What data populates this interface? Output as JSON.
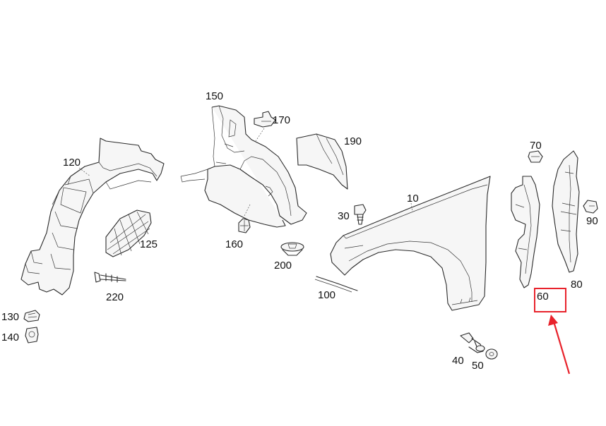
{
  "parts": {
    "p10": "10",
    "p30": "30",
    "p40": "40",
    "p50": "50",
    "p60": "60",
    "p70": "70",
    "p80": "80",
    "p90": "90",
    "p100": "100",
    "p120": "120",
    "p125": "125",
    "p130": "130",
    "p140": "140",
    "p150": "150",
    "p160": "160",
    "p170": "170",
    "p190": "190",
    "p200": "200",
    "p220": "220"
  },
  "highlight": {
    "part": "60",
    "color": "#e8232c"
  }
}
